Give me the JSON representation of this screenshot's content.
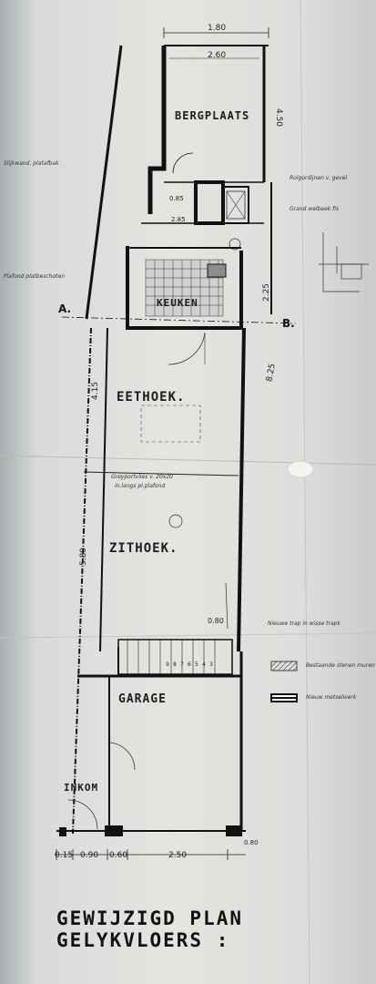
{
  "rooms": {
    "bergplaats": "BERGPLAATS",
    "keuken": "KEUKEN",
    "eethoek": "EETHOEK.",
    "zithoek": "ZITHOEK.",
    "garage": "GARAGE",
    "inkom": "INKOM"
  },
  "sections": {
    "a": "A.",
    "b": "B."
  },
  "dimensions": {
    "top_width": "1.80",
    "berg_width": "2.60",
    "berg_depth": "4.50",
    "keuken_depth": "2.25",
    "side_depth": "4.15",
    "zit_depth": "5.80",
    "right_depth": "8.25",
    "small_a": "0.85",
    "small_b": "2.85",
    "bottom_a": "0.15",
    "bottom_b": "0.90",
    "bottom_c": "0.60",
    "bottom_d": "2.50",
    "bottom_e": "0.80",
    "stair_w": "0.80"
  },
  "notes": {
    "left_1": "Slijkwand. platafbak",
    "left_2": "Plafond platbeschoten",
    "right_1": "Rolgordijnen v. gevel",
    "right_2": "Grand welbeek fis",
    "zit_1": "Greyportvlies v. 20x20",
    "zit_2": "in.langs pl.plafond",
    "stair_1": "Nieuwe trap in wisse trapk",
    "legend_1": "Bestaande stenen muren",
    "legend_2": "Nieuw metselwerk"
  },
  "stairs": [
    "9",
    "8",
    "7",
    "6",
    "5",
    "4",
    "3"
  ],
  "title_line1": "GEWIJZIGD PLAN",
  "title_line2": "GELYKVLOERS :"
}
